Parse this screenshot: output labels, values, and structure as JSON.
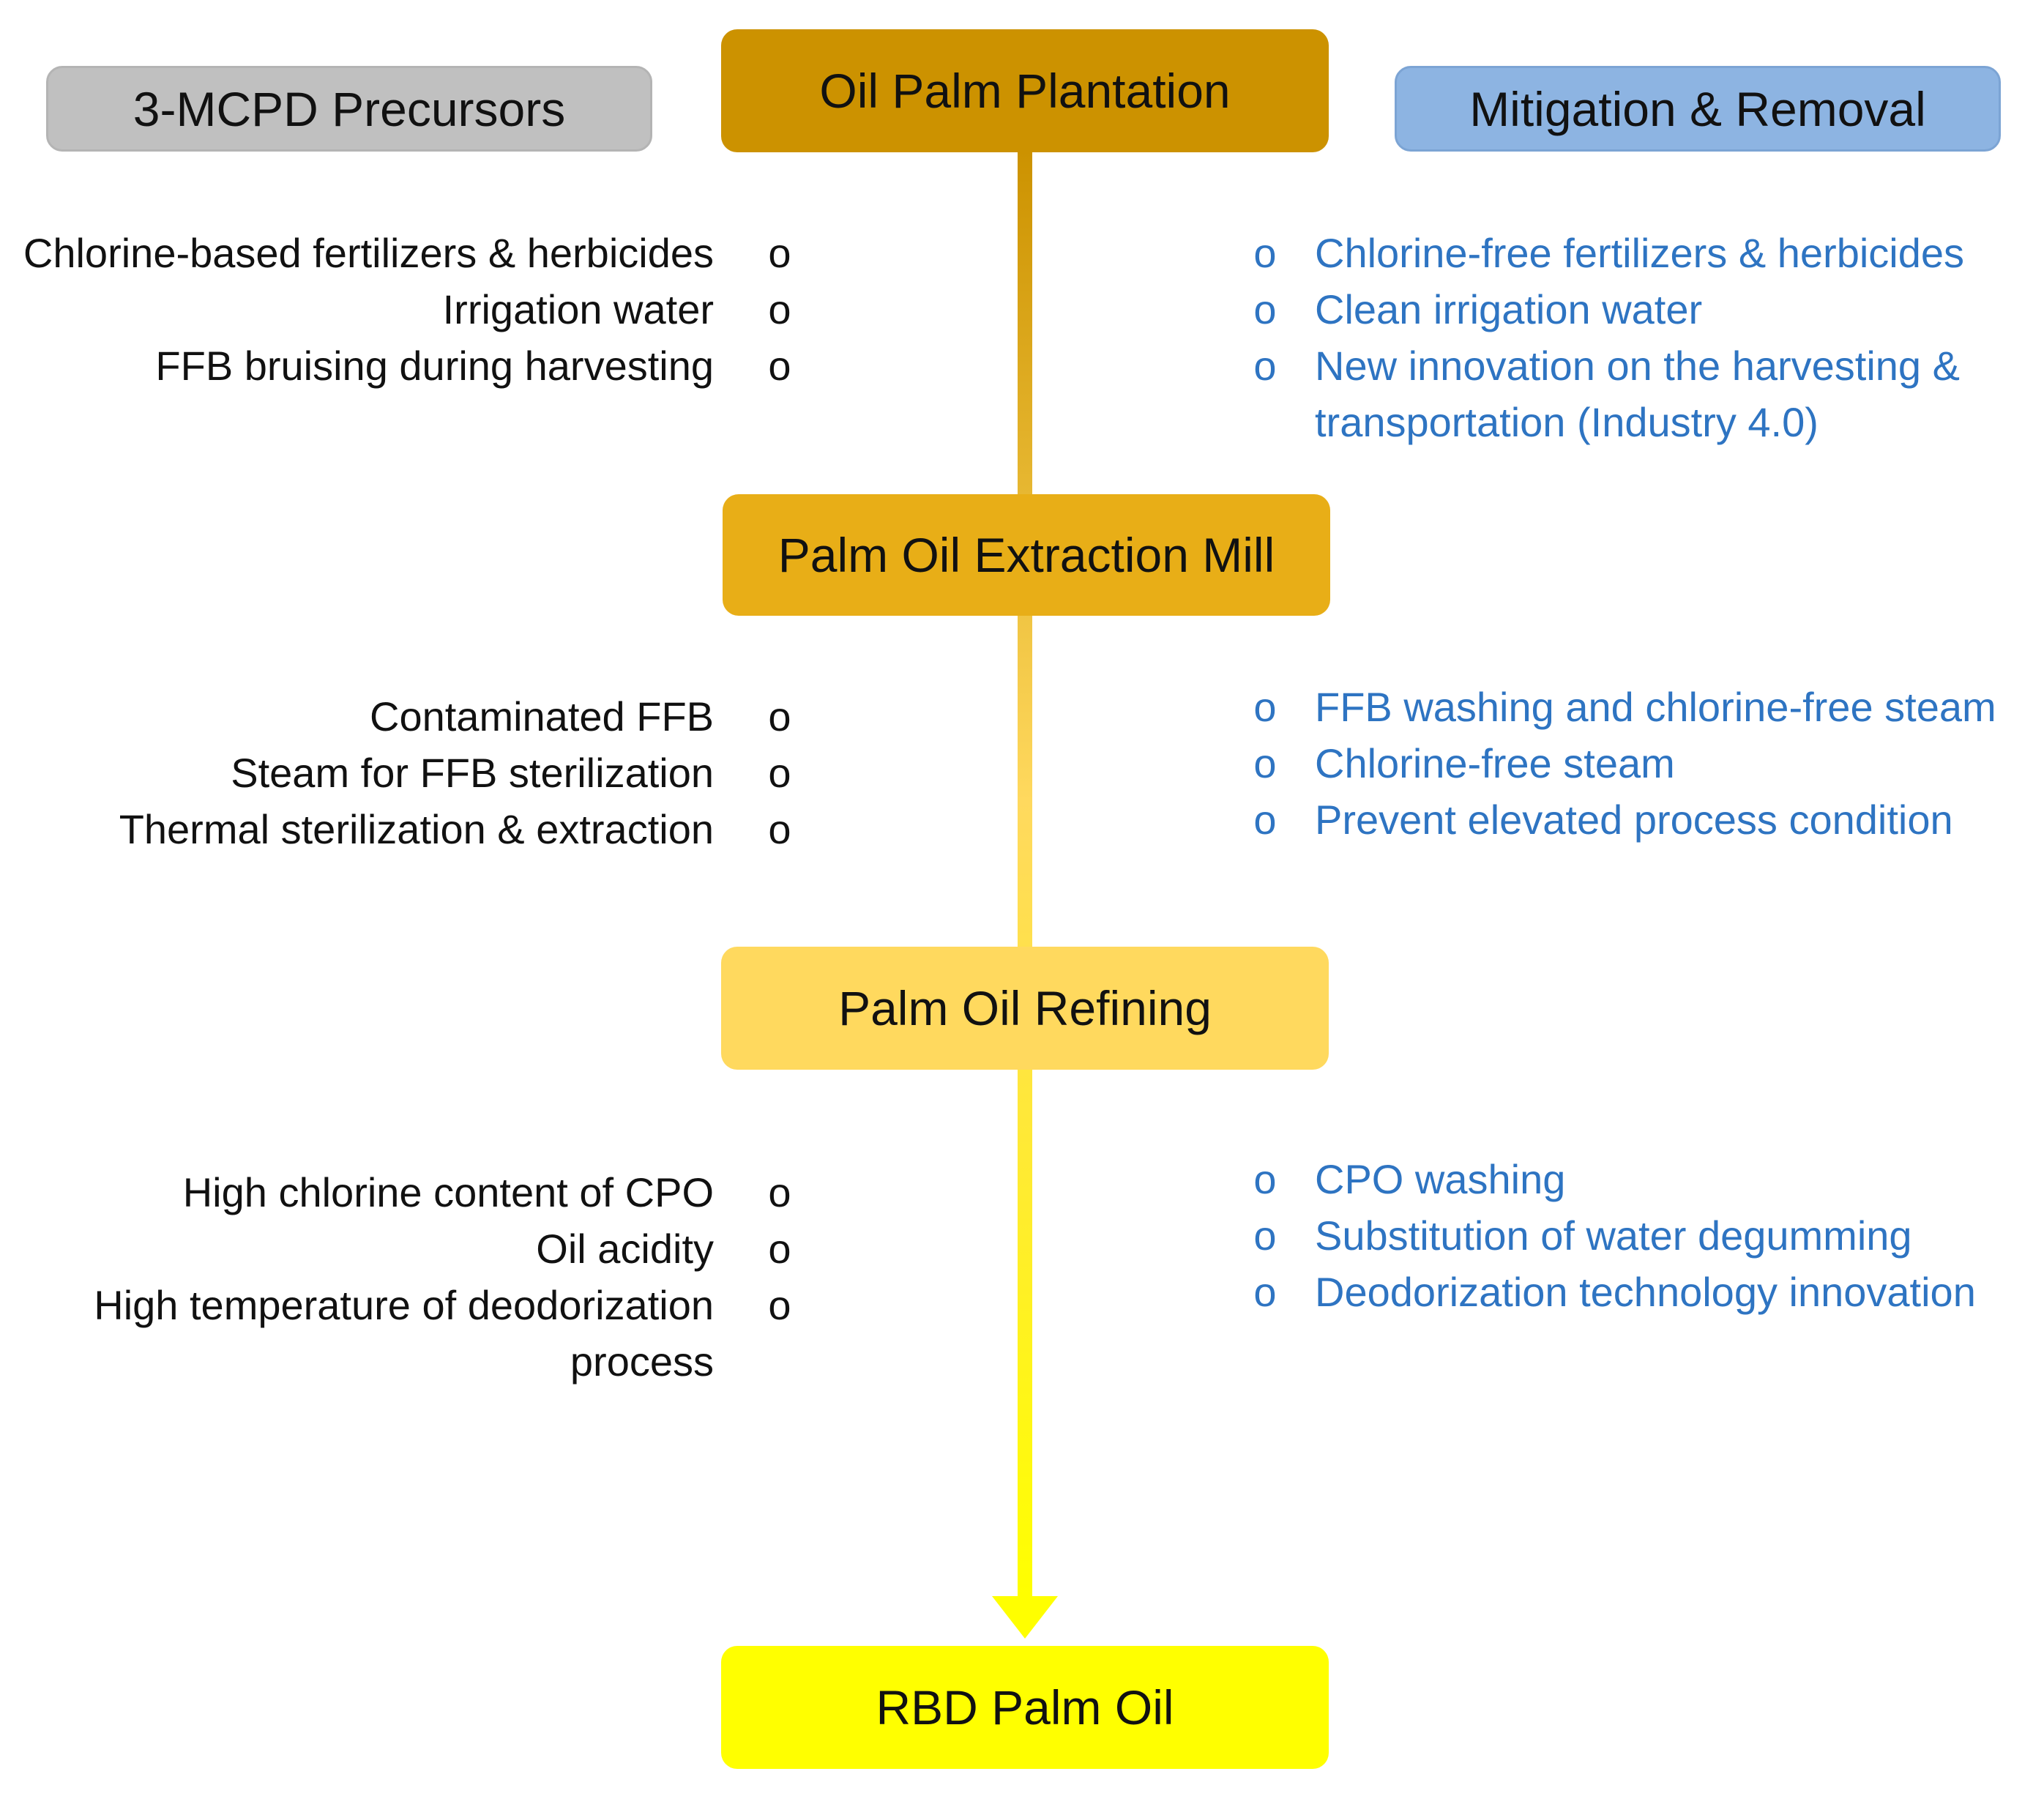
{
  "headers": {
    "precursors": "3-MCPD Precursors",
    "mitigation": "Mitigation & Removal"
  },
  "stages": [
    {
      "label": "Oil Palm Plantation",
      "color": "#cc9200"
    },
    {
      "label": "Palm Oil Extraction Mill",
      "color": "#e8ae17"
    },
    {
      "label": "Palm Oil Refining",
      "color": "#ffd95e"
    },
    {
      "label": "RBD Palm Oil",
      "color": "#ffff00"
    }
  ],
  "precursors": [
    [
      "Chlorine-based fertilizers & herbicides",
      "Irrigation water",
      "FFB bruising during harvesting"
    ],
    [
      "Contaminated FFB",
      "Steam for FFB sterilization",
      "Thermal sterilization & extraction"
    ],
    [
      "High chlorine content of CPO",
      "Oil acidity",
      "High temperature of deodorization",
      "process"
    ]
  ],
  "mitigation": [
    [
      "Chlorine-free fertilizers & herbicides",
      "Clean irrigation water",
      "New innovation on the harvesting &",
      "transportation (Industry 4.0)"
    ],
    [
      "FFB washing and chlorine-free steam",
      "Chlorine-free steam",
      "Prevent elevated process condition"
    ],
    [
      "CPO washing",
      "Substitution of water degumming",
      "Deodorization technology innovation"
    ]
  ],
  "bullet_symbol": "o",
  "colors": {
    "precursor_header_bg": "#c0c0c0",
    "mitigation_header_bg": "#8db4e2",
    "mitigation_text": "#2e74c2",
    "arrow_top": "#cc9200",
    "arrow_bottom": "#ffff00"
  }
}
